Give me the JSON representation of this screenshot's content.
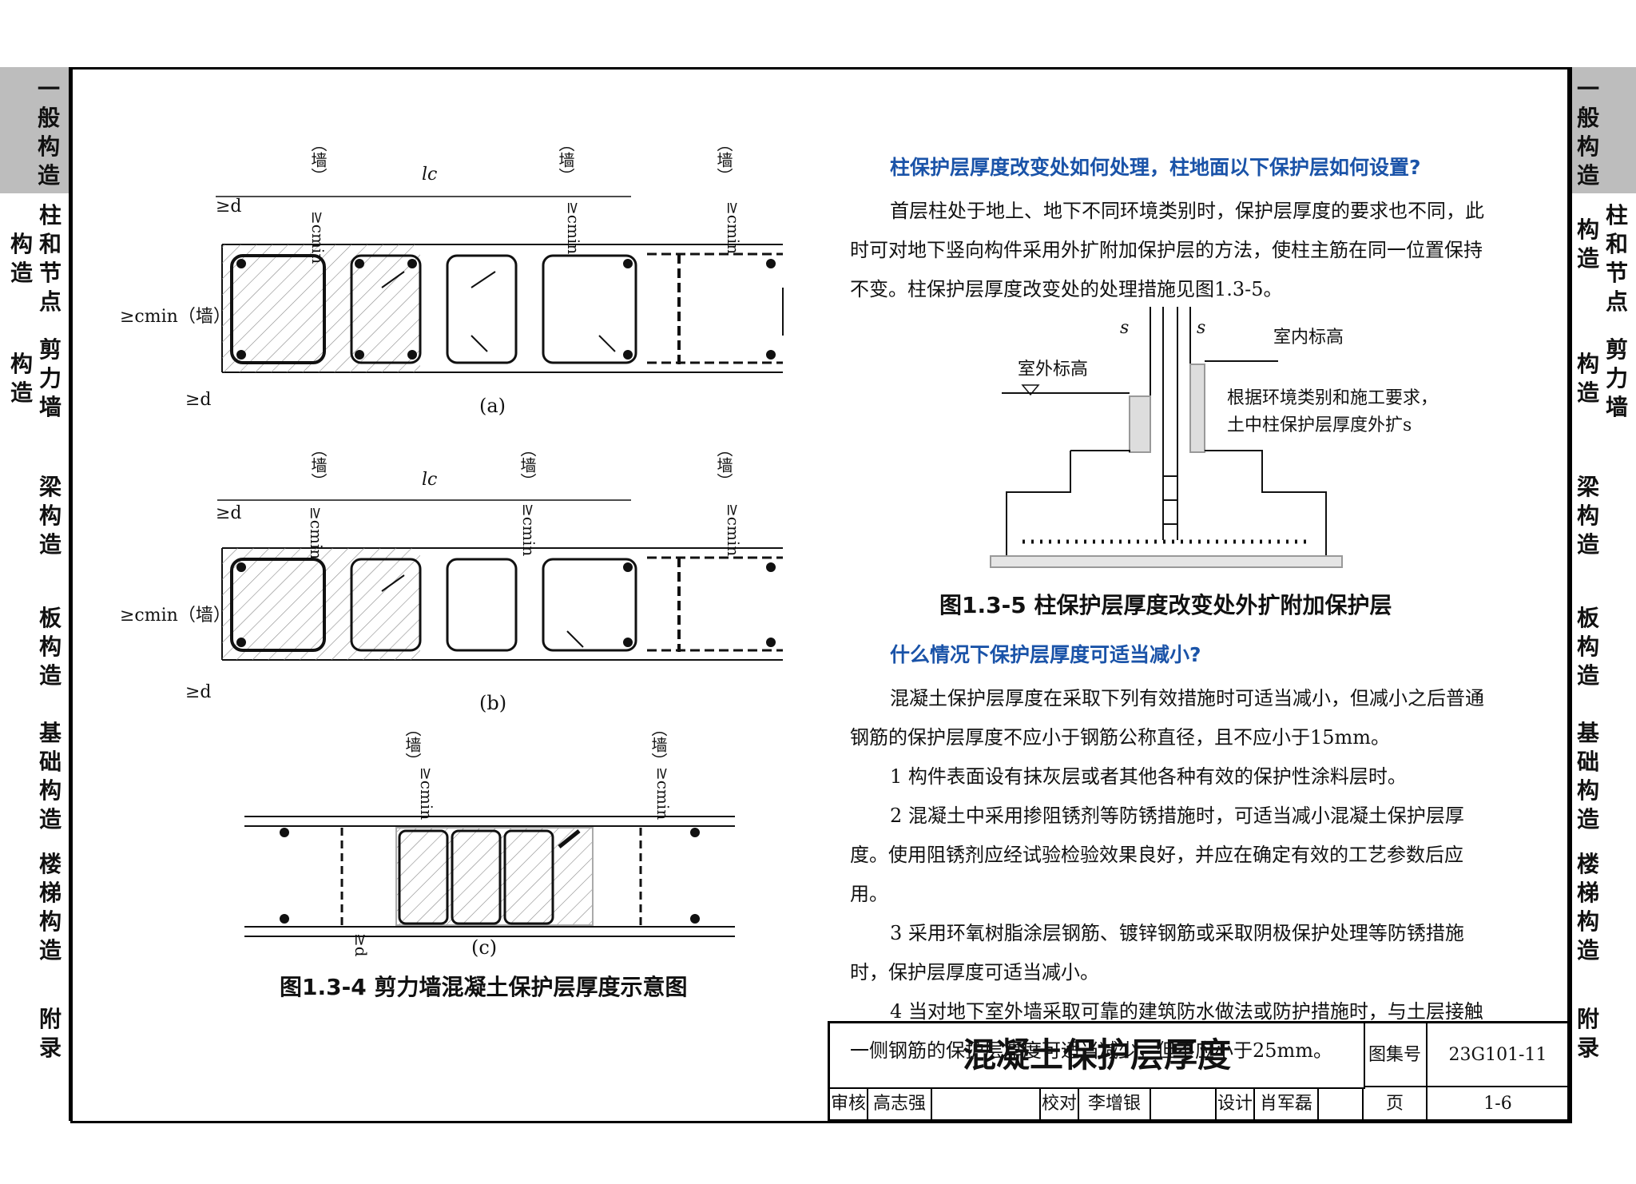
{
  "left_tabs": [
    {
      "col1": "一般构造",
      "col2": "",
      "active": true
    },
    {
      "col1": "构造",
      "col2": "柱和节点",
      "active": false
    },
    {
      "col1": "构造",
      "col2": "剪力墙",
      "active": false
    },
    {
      "col1": "",
      "col2": "梁构造",
      "active": false
    },
    {
      "col1": "",
      "col2": "板构造",
      "active": false
    },
    {
      "col1": "",
      "col2": "基础构造",
      "active": false
    },
    {
      "col1": "",
      "col2": "楼梯构造",
      "active": false
    },
    {
      "col1": "",
      "col2": "附录",
      "active": false
    }
  ],
  "right_tabs": [
    {
      "col1": "一般构造",
      "col2": "",
      "active": true
    },
    {
      "col1": "构造",
      "col2": "柱和节点",
      "active": false
    },
    {
      "col1": "构造",
      "col2": "剪力墙",
      "active": false
    },
    {
      "col1": "梁构造",
      "col2": "",
      "active": false
    },
    {
      "col1": "板构造",
      "col2": "",
      "active": false
    },
    {
      "col1": "基础构造",
      "col2": "",
      "active": false
    },
    {
      "col1": "楼梯构造",
      "col2": "",
      "active": false
    },
    {
      "col1": "附录",
      "col2": "",
      "active": false
    }
  ],
  "figure4": {
    "caption": "图1.3-4 剪力墙混凝土保护层厚度示意图",
    "sub_a": "(a)",
    "sub_b": "(b)",
    "sub_c": "(c)",
    "lc": "lc",
    "d_label": "≥d",
    "cmin_wall": "≥cmin（墙）",
    "cmin": "≥cmin",
    "wall": "（墙）"
  },
  "text": {
    "q1": "柱保护层厚度改变处如何处理，柱地面以下保护层如何设置?",
    "p1": "首层柱处于地上、地下不同环境类别时，保护层厚度的要求也不同，此时可对地下竖向构件采用外扩附加保护层的方法，使柱主筋在同一位置保持不变。柱保护层厚度改变处的处理措施见图1.3-5。",
    "q2": "什么情况下保护层厚度可适当减小?",
    "p2": "混凝土保护层厚度在采取下列有效措施时可适当减小，但减小之后普通钢筋的保护层厚度不应小于钢筋公称直径，且不应小于15mm。",
    "p3": "1 构件表面设有抹灰层或者其他各种有效的保护性涂料层时。",
    "p4": "2 混凝土中采用掺阻锈剂等防锈措施时，可适当减小混凝土保护层厚度。使用阻锈剂应经试验检验效果良好，并应在确定有效的工艺参数后应用。",
    "p5": "3 采用环氧树脂涂层钢筋、镀锌钢筋或采取阴极保护处理等防锈措施时，保护层厚度可适当减小。",
    "p6": "4 当对地下室外墙采取可靠的建筑防水做法或防护措施时，与土层接触一侧钢筋的保护层厚度可适当减少，但不应小于25mm。"
  },
  "figure5": {
    "caption": "图1.3-5 柱保护层厚度改变处外扩附加保护层",
    "outdoor": "室外标高",
    "indoor": "室内标高",
    "note1": "根据环境类别和施工要求，",
    "note2": "土中柱保护层厚度外扩s",
    "s": "s"
  },
  "title_block": {
    "title": "混凝土保护层厚度",
    "atlas_label": "图集号",
    "atlas_no": "23G101-11",
    "page_label": "页",
    "page_no": "1-6",
    "review_label": "审核",
    "reviewer": "高志强",
    "check_label": "校对",
    "checker": "李增银",
    "design_label": "设计",
    "designer": "肖军磊"
  }
}
